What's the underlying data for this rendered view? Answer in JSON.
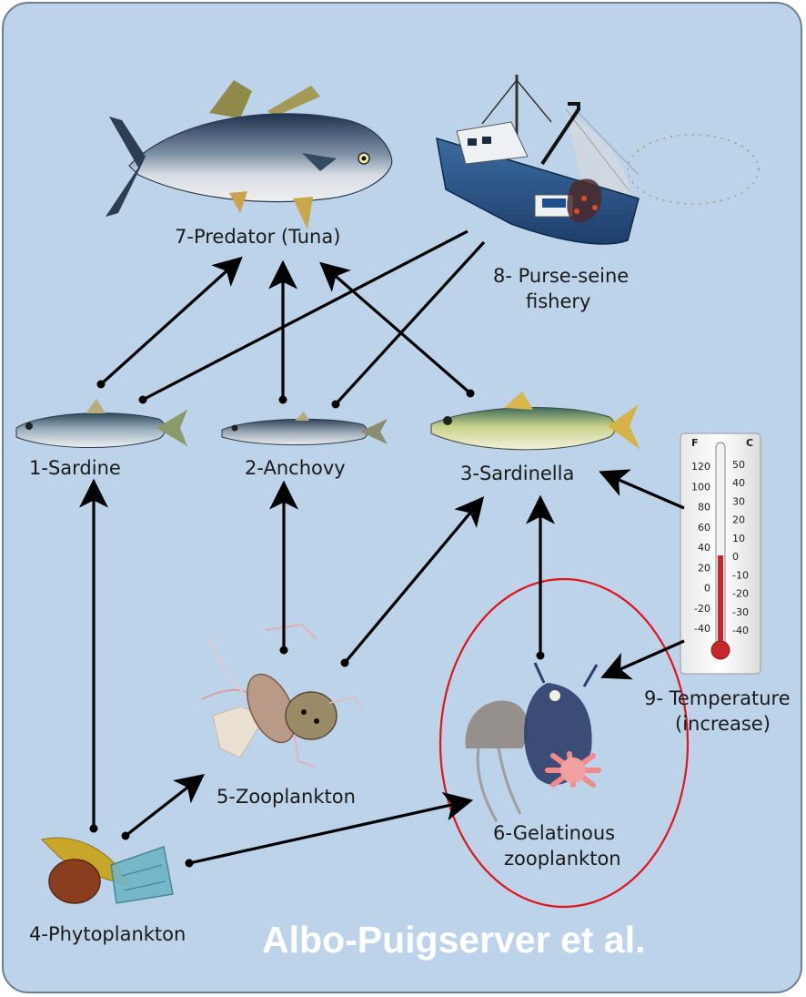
{
  "nodes": {
    "sardine": "1-Sardine",
    "anchovy": "2-Anchovy",
    "sardinella": "3-Sardinella",
    "phytoplankton": "4-Phytoplankton",
    "zooplankton": "5-Zooplankton",
    "gelatinous_line1": "6-Gelatinous",
    "gelatinous_line2": "zooplankton",
    "predator": "7-Predator (Tuna)",
    "fishery_line1": "8- Purse-seine",
    "fishery_line2": "fishery",
    "temperature_line1": "9- Temperature",
    "temperature_line2": "(increase)"
  },
  "credit": "Albo-Puigserver et al.",
  "thermometer": {
    "f_header": "F",
    "c_header": "C",
    "f_ticks": [
      "120",
      "100",
      "80",
      "60",
      "40",
      "20",
      "0",
      "-20",
      "-40"
    ],
    "c_ticks": [
      "50",
      "40",
      "30",
      "20",
      "10",
      "0",
      "-10",
      "-20",
      "-30",
      "-40"
    ]
  },
  "colors": {
    "background": "#bcd3ea",
    "arrow": "#000000",
    "highlight_circle": "#e0141c",
    "credit_text": "#ffffff"
  }
}
